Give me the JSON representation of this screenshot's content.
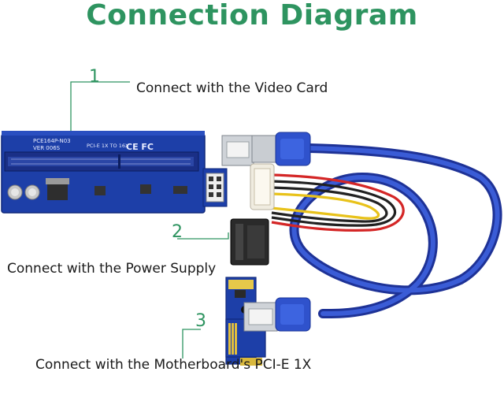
{
  "title": "Connection Diagram",
  "steps": [
    {
      "number": "1",
      "caption": "Connect with the Video Card"
    },
    {
      "number": "2",
      "caption": "Connect with the Power Supply"
    },
    {
      "number": "3",
      "caption": "Connect with the Motherboard's PCI-E 1X"
    }
  ],
  "board_markings": {
    "model": "PCE164P-N03",
    "version": "VER 006S",
    "spec": "PCI-E 1X TO 16X"
  },
  "colors": {
    "title": "#2e9460",
    "pcb": "#1d3fa8",
    "cable": "#2b4bc4",
    "leader_line": "#2e9460"
  }
}
